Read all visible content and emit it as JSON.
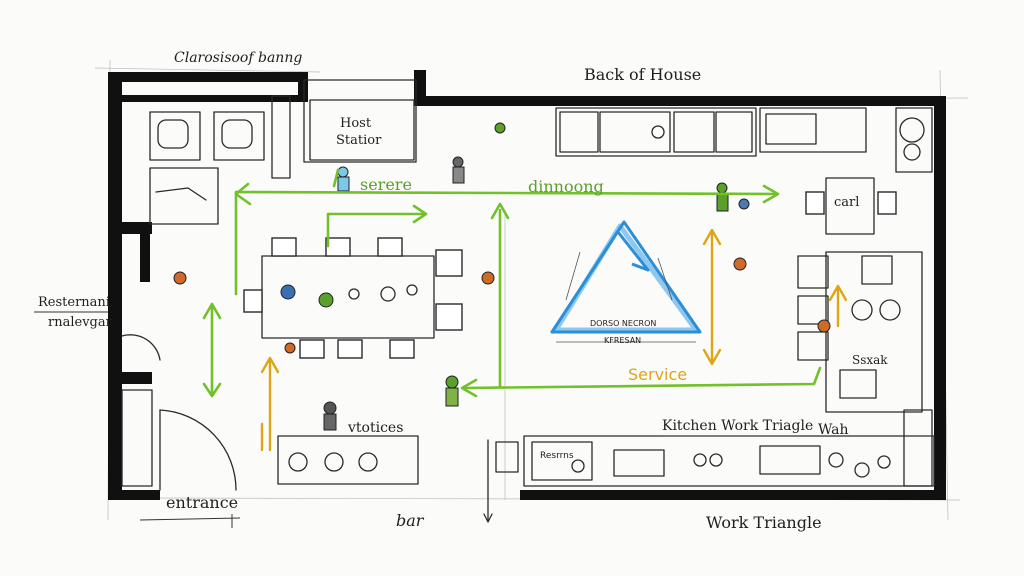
{
  "labels": {
    "top_left_note": "Clarosisoof banng",
    "host_station": [
      "Host",
      "Statior"
    ],
    "back_of_house": "Back of House",
    "serere": "serere",
    "dining": "dinnoong",
    "carl": "carl",
    "restaurant_manager": [
      "Resternani",
      "rnalevgar"
    ],
    "triangle_inner_1": "DORSO NECRON",
    "triangle_inner_2": "KFRESAN",
    "service": "Service",
    "stock": "Ssxak",
    "kitchen_work_triangle": "Kitchen Work Triagle",
    "wah": "Wah",
    "restrns": "Resrrns",
    "vtotices": "vtotices",
    "entrance": "entrance",
    "bar": "bar",
    "work_triangle": "Work Triangle"
  },
  "colors": {
    "flow_green": "#72c02c",
    "service_gold": "#e0a515",
    "triangle_blue": "#2b8ed6",
    "wall_black": "#101010"
  }
}
